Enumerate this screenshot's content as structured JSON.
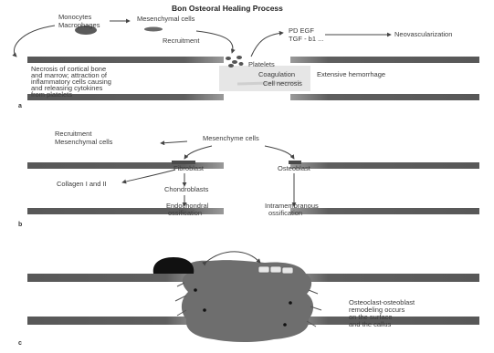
{
  "title": "Bon Osteoral Healing Process",
  "panels": {
    "a": {
      "letter": "a",
      "monocytes": "Monocytes",
      "macrophages": "Macrophages",
      "mesenchymal_cells": "Mesenchymal cells",
      "recruitment": "Recruitment",
      "pd_egf": "PD EGF",
      "tgf": "TGF - b1 ...",
      "neovascularization": "Neovascularization",
      "platelets": "Platelets",
      "coagulation": "Coagulation",
      "hemorrhage": "Extensive hemorrhage",
      "cell_necrosis": "Cell necrosis",
      "necrosis_text": [
        "Necrosis of cortical bone",
        "and marrow; attraction of",
        "inflammatory cells causing",
        "and releasing cytokines",
        "from platelets"
      ]
    },
    "b": {
      "letter": "b",
      "recruitment": "Recruitment",
      "mesenchymal_cells": "Mesenchymal cells",
      "mesenchyme": "Mesenchyme cells",
      "fibroblast": "Fibroblast",
      "osteoblast": "Osteoblast",
      "collagen": "Collagen I and II",
      "chondroblasts": "Chondroblasts",
      "endochondral": [
        "Endochondral",
        "ossification"
      ],
      "intramembranous": [
        "Intramembranous",
        "ossification"
      ]
    },
    "c": {
      "letter": "c",
      "remodeling": [
        "Osteoclast-osteoblast",
        "remodeling occurs",
        "on the surface",
        "and the callus"
      ]
    }
  },
  "colors": {
    "bone": "#5a5a5a",
    "callus": "#6e6e6e",
    "osteoclast": "#111111",
    "line": "#444444"
  }
}
